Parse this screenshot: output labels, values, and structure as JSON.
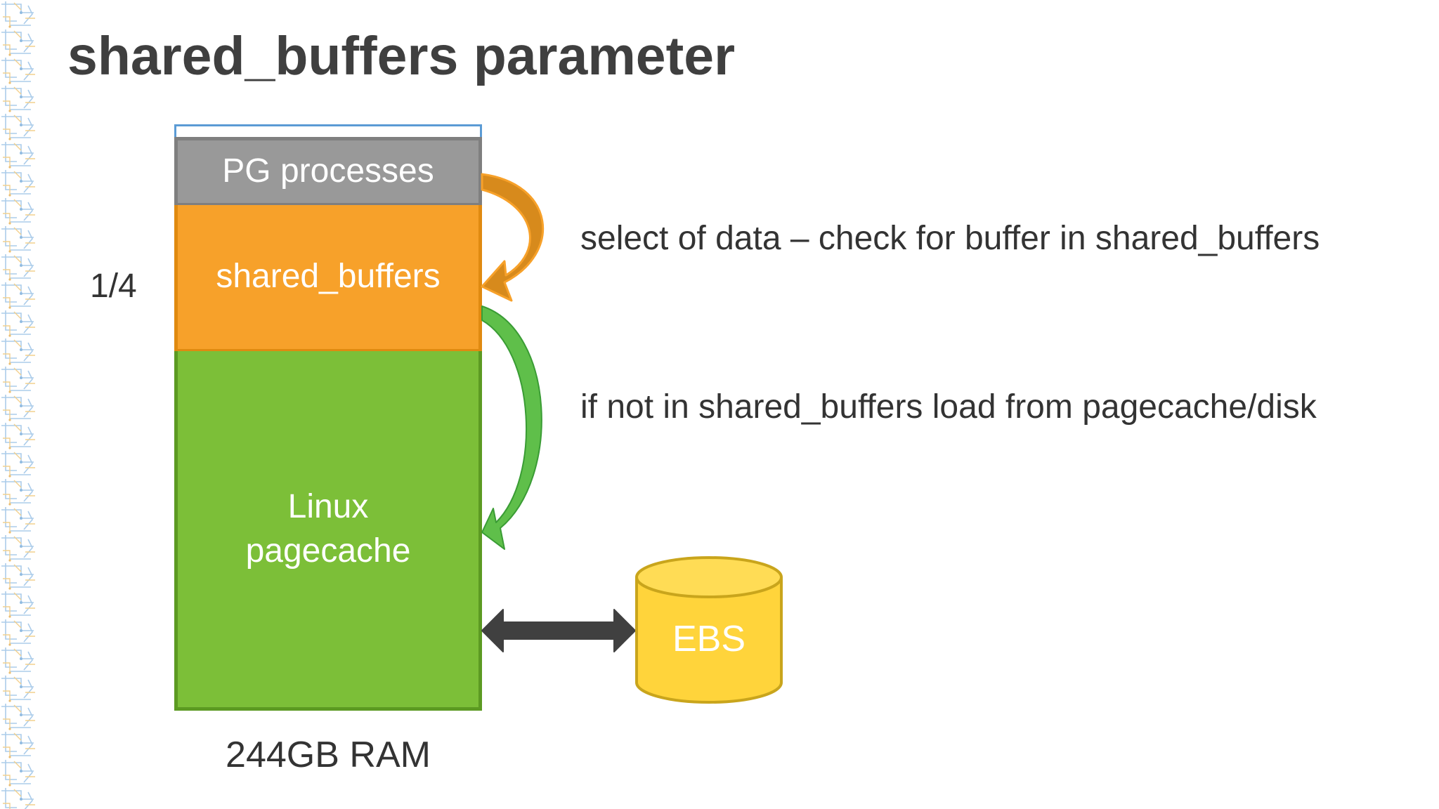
{
  "slide": {
    "title": "shared_buffers parameter"
  },
  "memory": {
    "pg_processes": "PG processes",
    "shared_buffers": "shared_buffers",
    "pagecache_line1": "Linux",
    "pagecache_line2": "pagecache",
    "ratio": "1/4",
    "total": "244GB RAM"
  },
  "storage": {
    "label": "EBS"
  },
  "notes": {
    "select": "select of data – check for buffer in shared_buffers",
    "load": "if not in shared_buffers load from pagecache/disk"
  },
  "colors": {
    "pg_processes": "#999999",
    "shared_buffers": "#f7a12a",
    "pagecache": "#7cbf38",
    "ebs": "#ffd43b",
    "arrow_select": "#d78a1c",
    "arrow_load": "#4cb848",
    "arrow_io": "#404040"
  }
}
